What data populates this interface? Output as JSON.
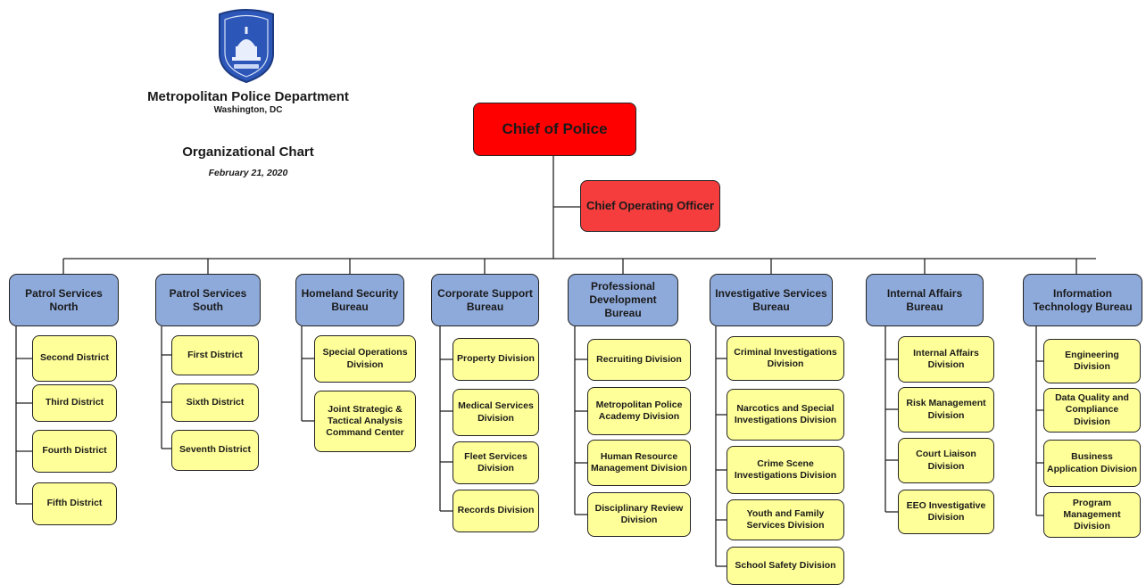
{
  "header": {
    "department": "Metropolitan Police Department",
    "city": "Washington, DC",
    "chart_title": "Organizational Chart",
    "date": "February 21, 2020"
  },
  "chief": "Chief of Police",
  "coo": "Chief Operating Officer",
  "bureaus": [
    {
      "name": "Patrol Services North",
      "divisions": [
        "Second District",
        "Third District",
        "Fourth District",
        "Fifth District"
      ]
    },
    {
      "name": "Patrol Services South",
      "divisions": [
        "First District",
        "Sixth District",
        "Seventh District"
      ]
    },
    {
      "name": "Homeland Security Bureau",
      "divisions": [
        "Special Operations Division",
        "Joint Strategic & Tactical Analysis Command Center"
      ]
    },
    {
      "name": "Corporate Support Bureau",
      "divisions": [
        "Property Division",
        "Medical Services Division",
        "Fleet Services Division",
        "Records Division"
      ]
    },
    {
      "name": "Professional Development Bureau",
      "divisions": [
        "Recruiting Division",
        "Metropolitan Police Academy Division",
        "Human Resource Management Division",
        "Disciplinary Review Division"
      ]
    },
    {
      "name": "Investigative Services Bureau",
      "divisions": [
        "Criminal Investigations Division",
        "Narcotics and Special Investigations Division",
        "Crime Scene Investigations Division",
        "Youth and Family Services Division",
        "School Safety Division"
      ]
    },
    {
      "name": "Internal Affairs Bureau",
      "divisions": [
        "Internal Affairs Division",
        "Risk Management Division",
        "Court Liaison Division",
        "EEO Investigative Division"
      ]
    },
    {
      "name": "Information Technology Bureau",
      "divisions": [
        "Engineering Division",
        "Data Quality and Compliance Division",
        "Business Application Division",
        "Program Management Division"
      ]
    }
  ]
}
